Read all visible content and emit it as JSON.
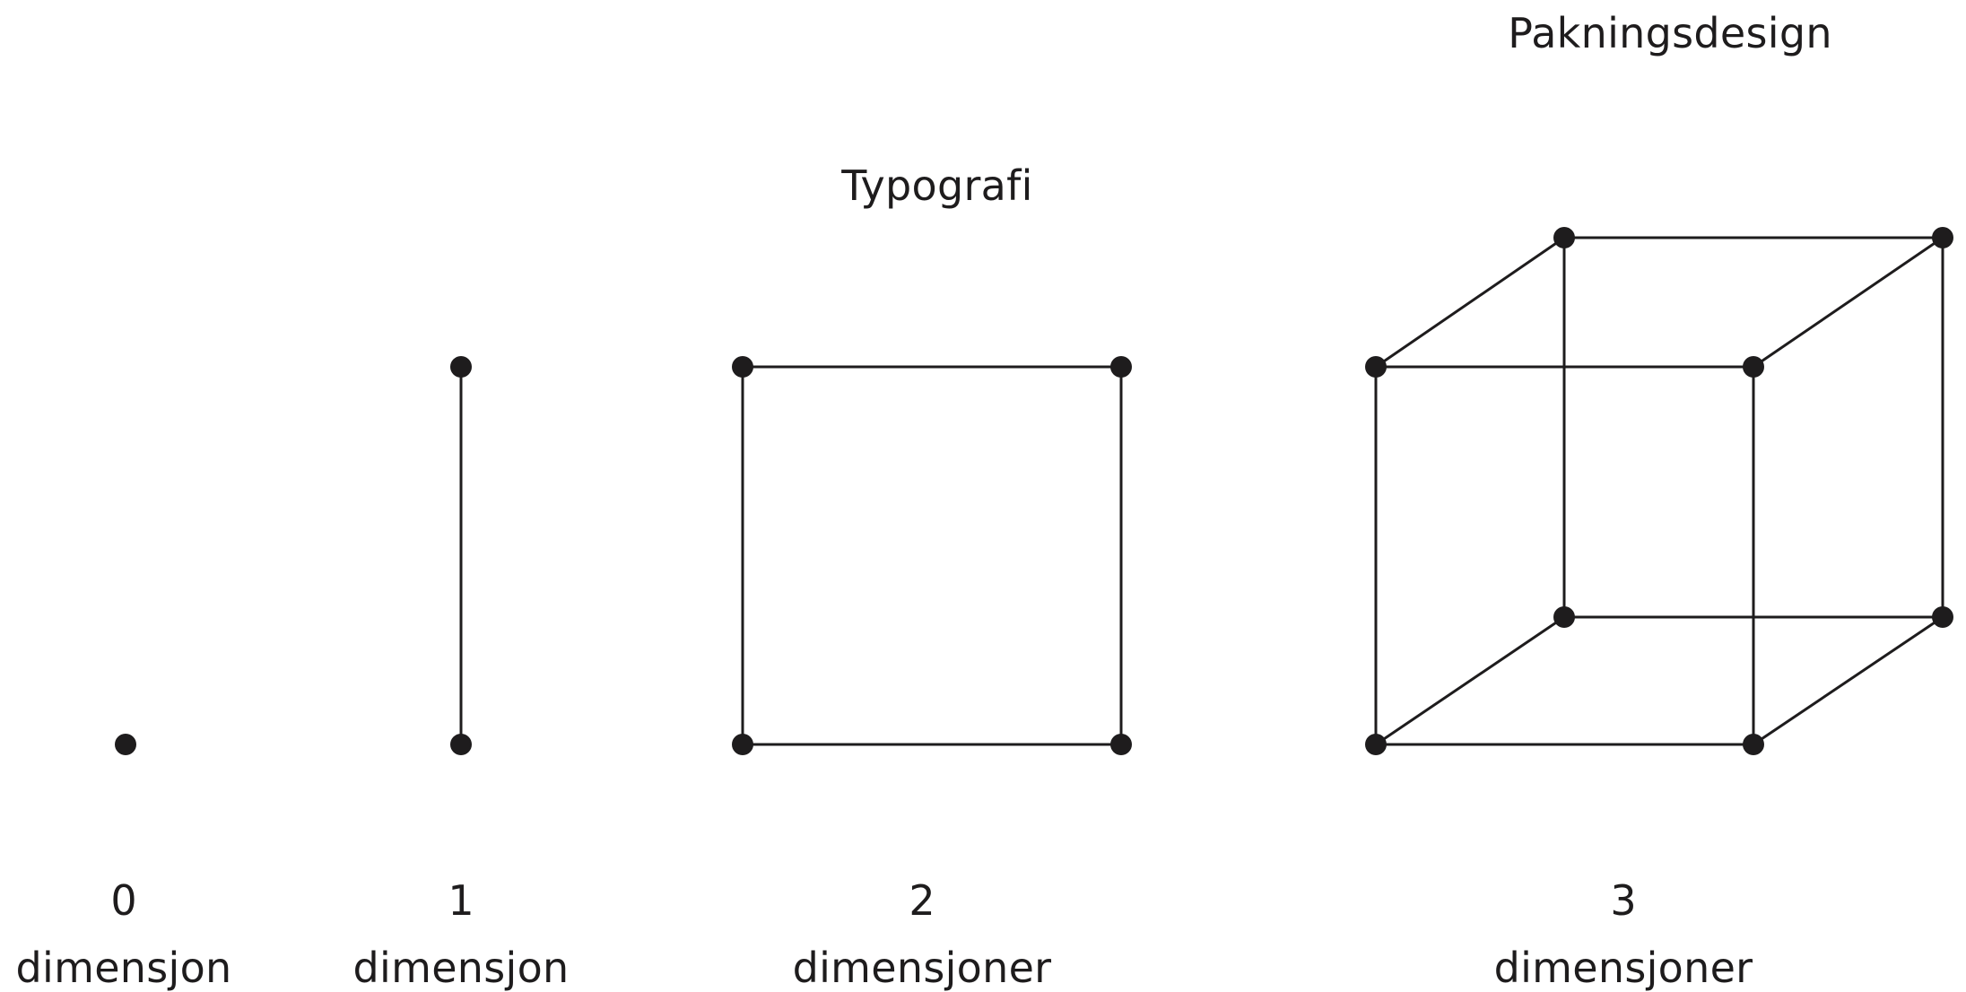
{
  "diagram": {
    "stroke_color": "#1e1c1d",
    "labels": {
      "typography": "Typografi",
      "packaging": "Pakningsdesign"
    },
    "dimensions": [
      {
        "number": "0",
        "word": "dimensjon"
      },
      {
        "number": "1",
        "word": "dimensjon"
      },
      {
        "number": "2",
        "word": "dimensjoner"
      },
      {
        "number": "3",
        "word": "dimensjoner"
      }
    ]
  }
}
